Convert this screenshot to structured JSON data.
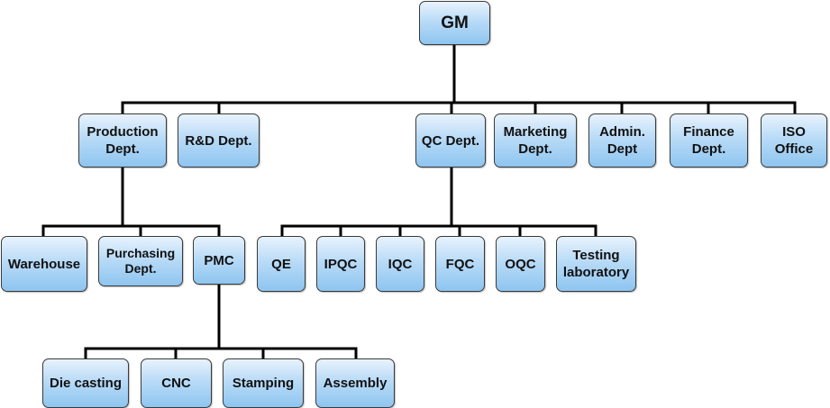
{
  "nodes": {
    "gm": "GM",
    "production": "Production\nDept.",
    "rnd": "R&D Dept.",
    "qc": "QC Dept.",
    "marketing": "Marketing\nDept.",
    "admin": "Admin.\nDept",
    "finance": "Finance\nDept.",
    "iso": "ISO\nOffice",
    "warehouse": "Warehouse",
    "purchasing": "Purchasing\nDept.",
    "pmc": "PMC",
    "qe": "QE",
    "ipqc": "IPQC",
    "iqc": "IQC",
    "fqc": "FQC",
    "oqc": "OQC",
    "testing": "Testing\nlaboratory",
    "die_casting": "Die casting",
    "cnc": "CNC",
    "stamping": "Stamping",
    "assembly": "Assembly"
  }
}
